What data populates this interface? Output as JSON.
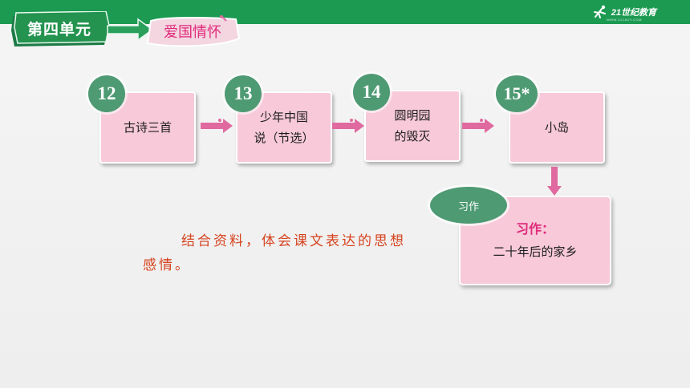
{
  "header": {
    "brand_text": "21世纪教育",
    "brand_subtext": "WWW.21CNJY.COM"
  },
  "unit_label": "第四单元",
  "theme_label": "爱国情怀",
  "lessons": [
    {
      "number": "12",
      "title_lines": [
        "古诗三首"
      ]
    },
    {
      "number": "13",
      "title_lines": [
        "少年中国",
        "说（节选）"
      ]
    },
    {
      "number": "14",
      "title_lines": [
        "圆明园",
        "的毁灭"
      ]
    },
    {
      "number": "15*",
      "title_lines": [
        "小岛"
      ]
    }
  ],
  "writing_task": {
    "badge": "习作",
    "heading": "习作：",
    "title": "二十年后的家乡"
  },
  "objective": "结合资料，体会课文表达的思想感情。",
  "colors": {
    "top_bar": "#1c9a52",
    "card_fill": "#f7c9d9",
    "number_badge": "#4e9a73",
    "arrow": "#e06aa0",
    "accent_pink": "#e02a7a",
    "objective_text": "#d6441f"
  }
}
